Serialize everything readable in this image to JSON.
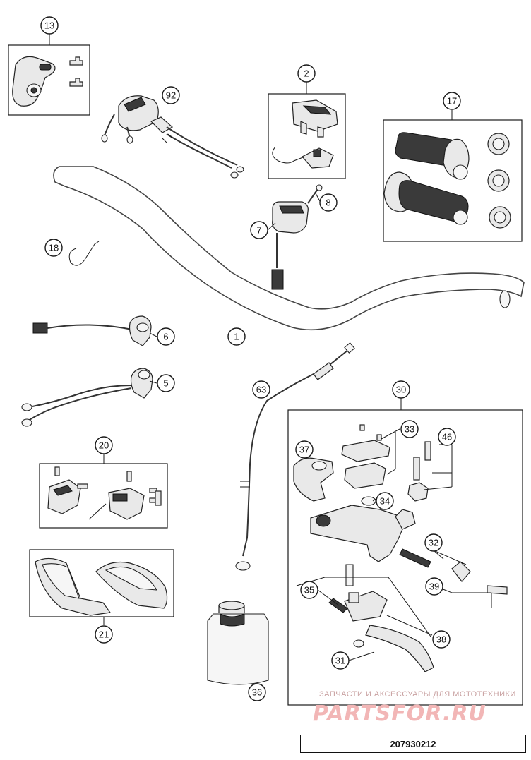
{
  "diagram": {
    "callouts": [
      "13",
      "92",
      "2",
      "17",
      "8",
      "7",
      "18",
      "6",
      "1",
      "5",
      "63",
      "30",
      "33",
      "46",
      "37",
      "34",
      "20",
      "32",
      "21",
      "35",
      "39",
      "38",
      "31",
      "36"
    ]
  },
  "watermark": {
    "tagline": "ЗАПЧАСТИ И АКСЕССУАРЫ ДЛЯ МОТОТЕХНИКИ",
    "logo": "PARTSFOR.RU"
  },
  "drawing_number": "207930212"
}
